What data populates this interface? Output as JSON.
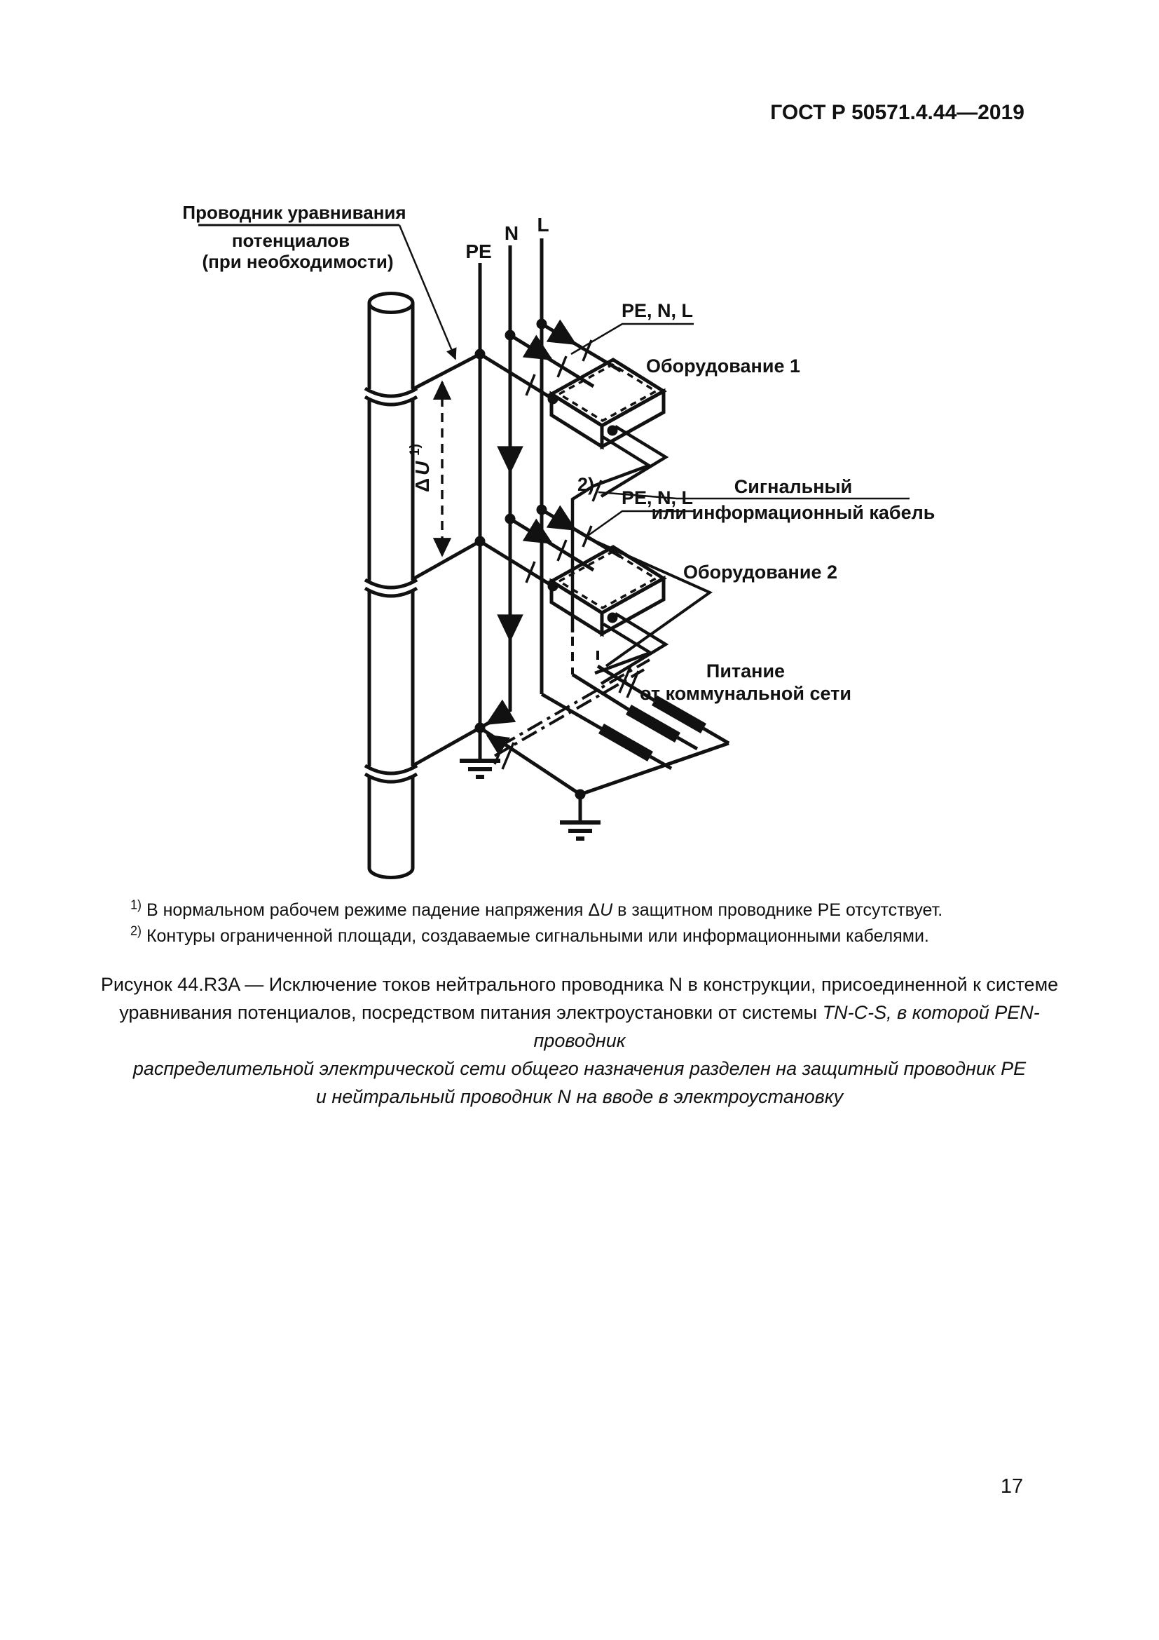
{
  "page": {
    "header": "ГОСТ Р 50571.4.44—2019",
    "page_number": "17"
  },
  "theme": {
    "ink": "#111111",
    "background": "#ffffff"
  },
  "diagram": {
    "labels": {
      "bonding_line1": "Проводник уравнивания",
      "bonding_line2": "потенциалов",
      "bonding_line3": "(при необходимости)",
      "pe": "PE",
      "n": "N",
      "l": "L",
      "cable_bundle_1": "PE, N, L",
      "cable_bundle_2": "PE, N, L",
      "equipment1": "Оборудование 1",
      "equipment2": "Оборудование 2",
      "signal_line1": "Сигнальный",
      "signal_line2": "или информационный кабель",
      "loop_ref": "2)",
      "delta": "Δ",
      "delta_u": "U",
      "delta_sup": "1)",
      "supply_line1": "Питание",
      "supply_line2": "от коммунальной сети"
    }
  },
  "footnotes": {
    "fn1": {
      "ref": "1)",
      "text_a": " В нормальном рабочем режиме падение напряжения Δ",
      "u": "U",
      "text_b": " в защитном проводнике PE отсутствует."
    },
    "fn2": {
      "ref": "2)",
      "text": " Контуры ограниченной площади, создаваемые сигнальными или информационными кабелями."
    }
  },
  "caption": {
    "line1": "Рисунок 44.R3A — Исключение токов нейтрального проводника N в конструкции, присоединенной к системе",
    "line2_a": "уравнивания потенциалов, посредством питания электроустановки от системы ",
    "line2_b": "TN-C-S, в которой PEN-проводник",
    "line3": "распределительной электрической сети общего назначения разделен на защитный проводник PE",
    "line4": "и нейтральный проводник N на вводе в электроустановку"
  }
}
